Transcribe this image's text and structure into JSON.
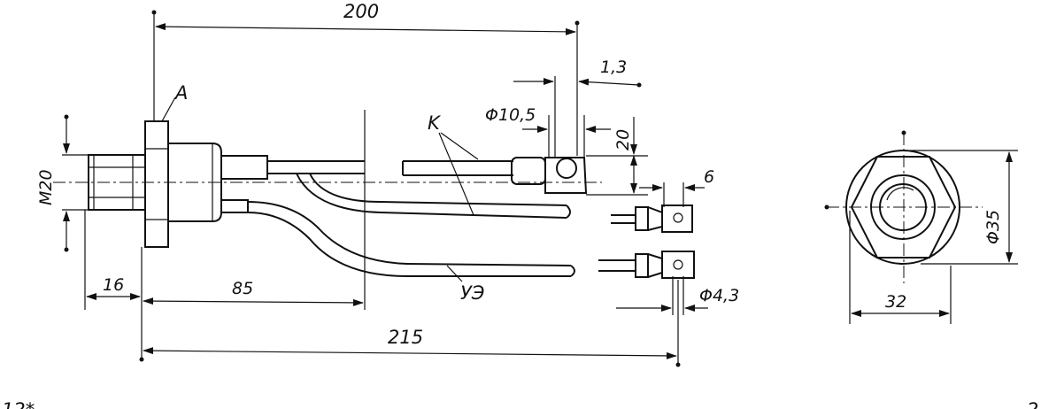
{
  "dimensions": {
    "overall_length": "200",
    "lead_offset": "1,3",
    "lug_hole_diameter": "Φ10,5",
    "lug_height": "20",
    "small_lug_width": "6",
    "thread": "M20",
    "thread_length": "16",
    "body_length": "85",
    "total_length": "215",
    "small_hole_diameter": "Φ4,3",
    "flange_diameter": "Φ35",
    "hex_across_flats": "32"
  },
  "labels": {
    "flange": "A",
    "cathode": "K",
    "control_electrode": "УЭ"
  },
  "footer": {
    "left": "12*",
    "right": "2"
  }
}
